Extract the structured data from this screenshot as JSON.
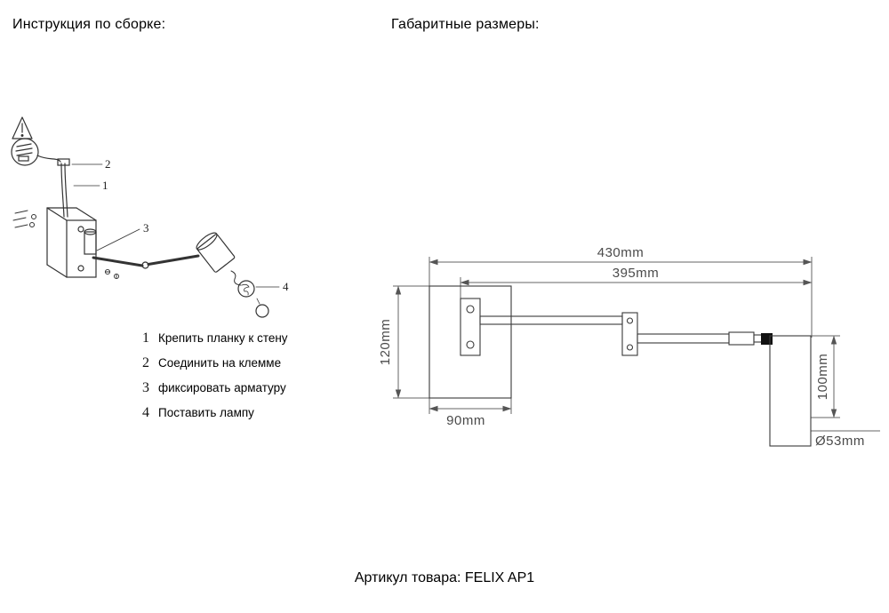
{
  "page": {
    "assembly_title": "Инструкция по сборке:",
    "dimensions_title": "Габаритные размеры:",
    "footer": "Артикул товара: FELIX AP1"
  },
  "assembly": {
    "labels": {
      "l1": "1",
      "l2": "2",
      "l3": "3",
      "l4": "4"
    }
  },
  "instructions": [
    {
      "num": "1",
      "text": "Крепить планку к стену"
    },
    {
      "num": "2",
      "text": "Соединить на клемме"
    },
    {
      "num": "3",
      "text": "фиксировать арматуру"
    },
    {
      "num": "4",
      "text": "Поставить лампу"
    }
  ],
  "dimensions": {
    "total_width": "430mm",
    "arm_width": "395mm",
    "plate_height": "120mm",
    "plate_width": "90mm",
    "shade_height": "100mm",
    "shade_diameter": "Ø53mm"
  }
}
